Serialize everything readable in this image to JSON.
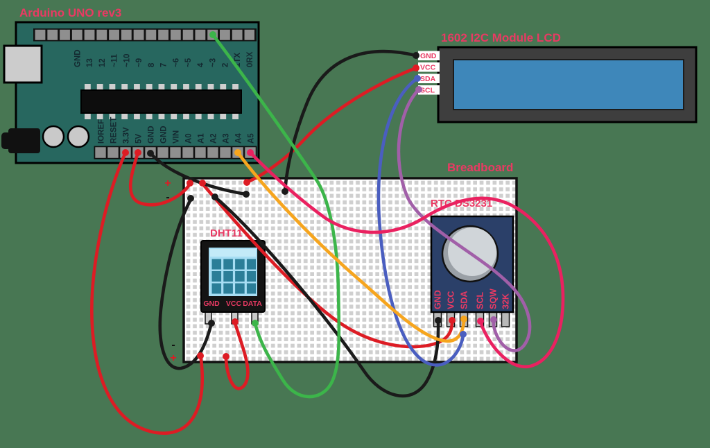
{
  "background": "#487753",
  "colors": {
    "label_pink": "#e93a63",
    "arduino_board": "#27675f",
    "arduino_text": "#142a31",
    "pin_gray": "#8f8f8f",
    "breadboard_border": "#111111",
    "lcd_body": "#3e3e3e",
    "lcd_screen": "#3e87ba",
    "dht_body": "#141414",
    "dht_screen_light": "#a6ddf3",
    "dht_screen_strip": "#c3eaf8",
    "dht_cell": "#2b7e98",
    "rtc_body": "#2b4069",
    "rtc_battery_ring": "#9aa0a6",
    "rtc_battery_face": "#d0d5d9",
    "wire_black": "#1a1a1a",
    "wire_red": "#dd1c24",
    "wire_green": "#3cb54a",
    "wire_orange": "#f6a51e",
    "wire_blue": "#4a5ec0",
    "wire_purple": "#a15fa8",
    "wire_magenta": "#ea2160"
  },
  "arduino": {
    "title": "Arduino UNO rev3",
    "top_pin_labels": [
      "GND",
      "13",
      "12",
      "~11",
      "~10",
      "~9",
      "8",
      "7",
      "~6",
      "~5",
      "4",
      "~3",
      "2",
      "1TX",
      "0RX"
    ],
    "bottom_pin_labels": [
      "IOREF",
      "RESET",
      "3.3V",
      "5V",
      "GND",
      "GND",
      "VIN",
      "A0",
      "A1",
      "A2",
      "A3",
      "A4",
      "A5"
    ]
  },
  "lcd": {
    "title": "1602 I2C Module LCD",
    "pins": [
      "GND",
      "VCC",
      "SDA",
      "SCL"
    ]
  },
  "breadboard": {
    "title": "Breadboard",
    "top_plus": "+",
    "top_minus": "-",
    "bottom_minus": "-",
    "bottom_plus": "+"
  },
  "dht11": {
    "label": "DHT11",
    "pins": [
      "GND",
      "VCC",
      "DATA"
    ]
  },
  "rtc": {
    "label": "RTC DS3231",
    "pins": [
      "GND",
      "VCC",
      "SDA",
      "SCL",
      "SQW",
      "32K"
    ]
  },
  "wires": [
    {
      "name": "arduino-5v-to-plus-rail",
      "from": "Arduino 5V",
      "to": "Breadboard + rail (top)",
      "color": "#dd1c24"
    },
    {
      "name": "arduino-3v3-to-plus-rail-bottom",
      "from": "Arduino 3.3V",
      "to": "Breadboard + rail (bottom)",
      "color": "#dd1c24"
    },
    {
      "name": "dht-vcc-to-plus-rail-bottom",
      "from": "DHT11 VCC",
      "to": "Breadboard + rail (bottom)",
      "color": "#dd1c24"
    },
    {
      "name": "lcd-vcc-to-breadboard",
      "from": "LCD VCC",
      "to": "Breadboard",
      "color": "#dd1c24"
    },
    {
      "name": "plus-rail-to-rtc-vcc",
      "from": "Breadboard + rail (top)",
      "to": "RTC DS3231 VCC",
      "color": "#dd1c24"
    },
    {
      "name": "arduino-gnd-to-breadboard",
      "from": "Arduino GND",
      "to": "Breadboard",
      "color": "#1a1a1a"
    },
    {
      "name": "dht-gnd-to-minus-rail",
      "from": "DHT11 GND",
      "to": "Breadboard - rail (top)",
      "color": "#1a1a1a"
    },
    {
      "name": "breadboard-to-rtc-gnd",
      "from": "Breadboard",
      "to": "RTC DS3231 GND",
      "color": "#1a1a1a"
    },
    {
      "name": "lcd-gnd-to-breadboard",
      "from": "LCD GND",
      "to": "Breadboard",
      "color": "#1a1a1a"
    },
    {
      "name": "arduino-d3-to-dht-data",
      "from": "Arduino ~3",
      "to": "DHT11 DATA",
      "color": "#3cb54a"
    },
    {
      "name": "lcd-sda-to-breadboard",
      "from": "LCD SDA",
      "to": "Breadboard (RTC SDA column)",
      "color": "#4a5ec0"
    },
    {
      "name": "lcd-scl-to-rtc-sqw",
      "from": "LCD SCL",
      "to": "RTC DS3231 SQW",
      "color": "#a15fa8"
    },
    {
      "name": "arduino-a4-to-rtc-sda",
      "from": "Arduino A4",
      "to": "RTC DS3231 SDA",
      "color": "#f6a51e"
    },
    {
      "name": "arduino-a5-to-rtc-scl",
      "from": "Arduino A5",
      "to": "RTC DS3231 SCL",
      "color": "#ea2160"
    }
  ]
}
